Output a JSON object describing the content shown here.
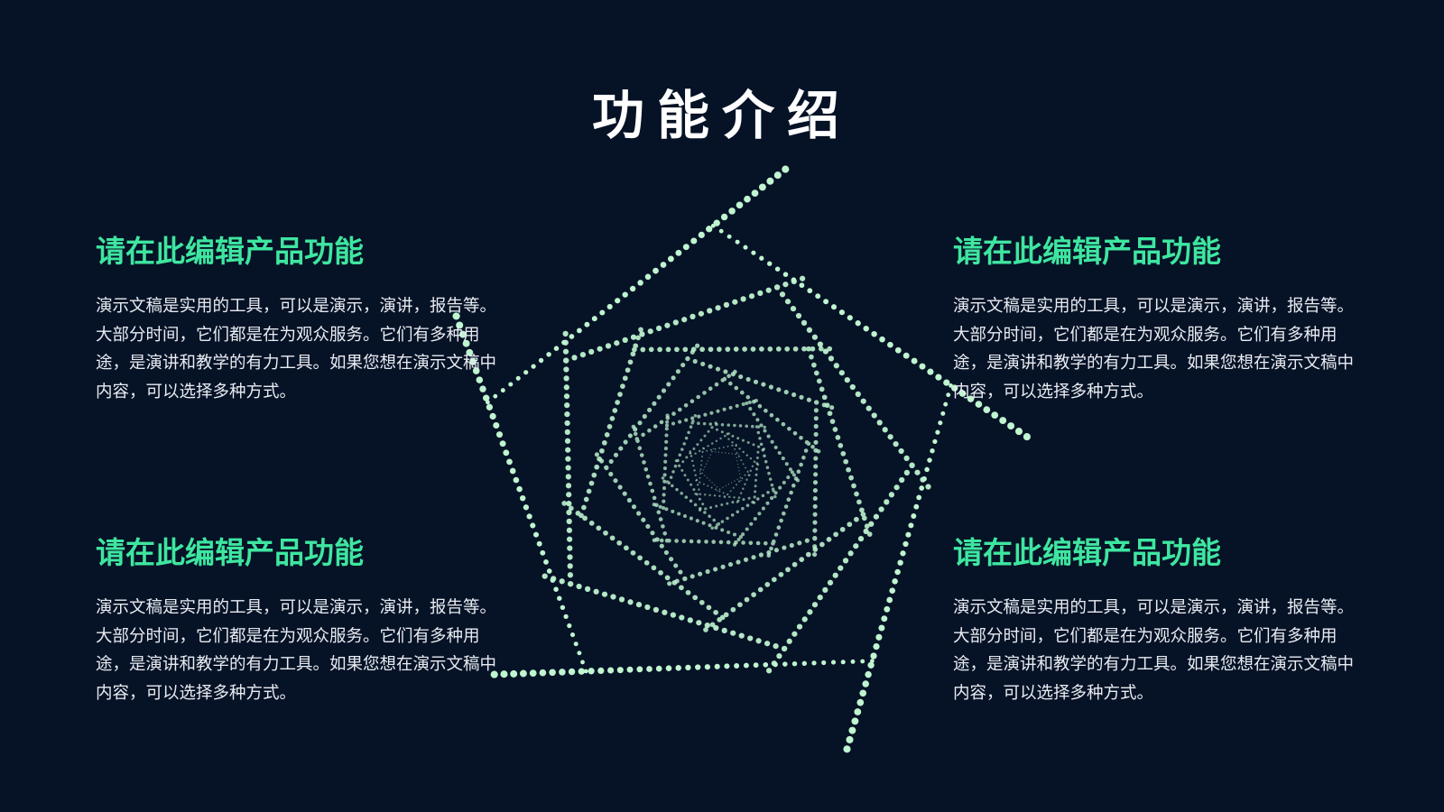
{
  "title": "功能介绍",
  "features": [
    {
      "heading": "请在此编辑产品功能",
      "body": "演示文稿是实用的工具，可以是演示，演讲，报告等。大部分时间，它们都是在为观众服务。它们有多种用途，是演讲和教学的有力工具。如果您想在演示文稿中内容，可以选择多种方式。"
    },
    {
      "heading": "请在此编辑产品功能",
      "body": "演示文稿是实用的工具，可以是演示，演讲，报告等。大部分时间，它们都是在为观众服务。它们有多种用途，是演讲和教学的有力工具。如果您想在演示文稿中内容，可以选择多种方式。"
    },
    {
      "heading": "请在此编辑产品功能",
      "body": "演示文稿是实用的工具，可以是演示，演讲，报告等。大部分时间，它们都是在为观众服务。它们有多种用途，是演讲和教学的有力工具。如果您想在演示文稿中内容，可以选择多种方式。"
    },
    {
      "heading": "请在此编辑产品功能",
      "body": "演示文稿是实用的工具，可以是演示，演讲，报告等。大部分时间，它们都是在为观众服务。它们有多种用途，是演讲和教学的有力工具。如果您想在演示文稿中内容，可以选择多种方式。"
    }
  ],
  "colors": {
    "background": "#061226",
    "accent": "#3ee6a0",
    "dots": "#bff5d0",
    "text": "#e8ecf2"
  },
  "graphic": "dotted-spiral-vortex"
}
